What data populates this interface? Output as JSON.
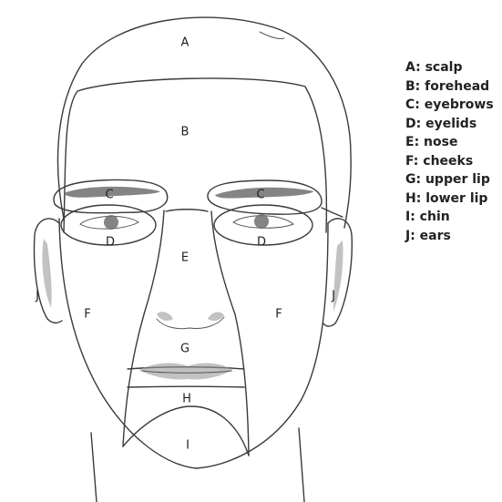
{
  "regions": {
    "a": "A",
    "b": "B",
    "c": "C",
    "d": "D",
    "e": "E",
    "f": "F",
    "g": "G",
    "h": "H",
    "i": "I",
    "j": "J"
  },
  "legend": [
    "A: scalp",
    "B: forehead",
    "C: eyebrows",
    "D: eyelids",
    "E: nose",
    "F: cheeks",
    "G: upper lip",
    "H: lower lip",
    "I: chin",
    "J: ears"
  ]
}
